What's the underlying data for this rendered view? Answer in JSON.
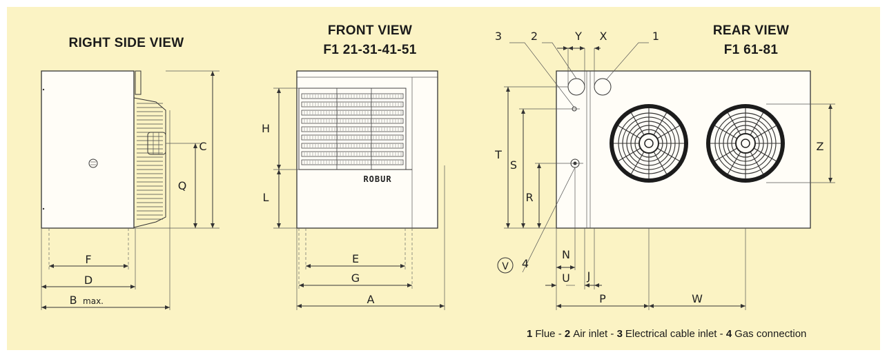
{
  "titles": {
    "right_side": "RIGHT SIDE VIEW",
    "front_line1": "FRONT VIEW",
    "front_line2": "F1 21-31-41-51",
    "rear_line1": "REAR VIEW",
    "rear_line2": "F1 61-81"
  },
  "dimensions": {
    "C": "C",
    "Q": "Q",
    "F": "F",
    "D": "D",
    "B": "B",
    "B_suffix": "max.",
    "H": "H",
    "L": "L",
    "E": "E",
    "G": "G",
    "A": "A",
    "T": "T",
    "S": "S",
    "R": "R",
    "Z": "Z",
    "Y": "Y",
    "X": "X",
    "N": "N",
    "U": "U",
    "J": "J",
    "P": "P",
    "W": "W"
  },
  "callouts": {
    "c1": "1",
    "c2": "2",
    "c3": "3",
    "c4": "4",
    "valve": "V"
  },
  "brand": "ROBUR",
  "legend": [
    {
      "num": "1",
      "text": "Flue - "
    },
    {
      "num": "2",
      "text": "Air inlet - "
    },
    {
      "num": "3",
      "text": "Electrical cable inlet - "
    },
    {
      "num": "4",
      "text": "Gas connection"
    }
  ],
  "colors": {
    "panel_bg": "#fbf3c4",
    "line": "#333333"
  }
}
